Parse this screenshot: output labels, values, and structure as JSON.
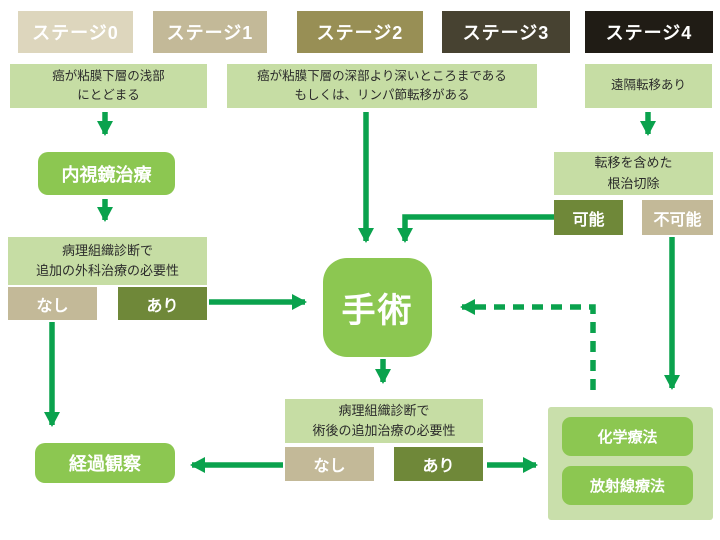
{
  "stages": {
    "s0": "ステージ0",
    "s1": "ステージ1",
    "s2": "ステージ2",
    "s3": "ステージ3",
    "s4": "ステージ4"
  },
  "descriptions": {
    "stage0": "癌が粘膜下層の浅部\nにとどまる",
    "stage123": "癌が粘膜下層の深部より深いところまである\nもしくは、リンパ節転移がある",
    "stage4": "遠隔転移あり"
  },
  "nodes": {
    "endoscopic_treatment": "内視鏡治療",
    "pathology_additional_surgery": "病理組織診断で\n追加の外科治療の必要性",
    "surgery": "手術",
    "radical_resection": "転移を含めた\n根治切除",
    "pathology_postop": "病理組織診断で\n術後の追加治療の必要性",
    "followup": "経過観察",
    "chemotherapy": "化学療法",
    "radiotherapy": "放射線療法"
  },
  "decisions": {
    "no_additional_surgery": "なし",
    "yes_additional_surgery": "あり",
    "resection_possible": "可能",
    "resection_impossible": "不可能",
    "no_postop_treatment": "なし",
    "yes_postop_treatment": "あり"
  },
  "colors": {
    "arrow_green": "#0aa24d",
    "node_green": "#8cc751",
    "light_green": "#c6dda4",
    "container_green": "#c9dfab",
    "tan": "#c3b998",
    "olive": "#6f8839",
    "stage0_bg": "#ddd6bd",
    "stage1_bg": "#c3b998",
    "stage2_bg": "#988f55",
    "stage3_bg": "#474231",
    "stage4_bg": "#201c15"
  }
}
